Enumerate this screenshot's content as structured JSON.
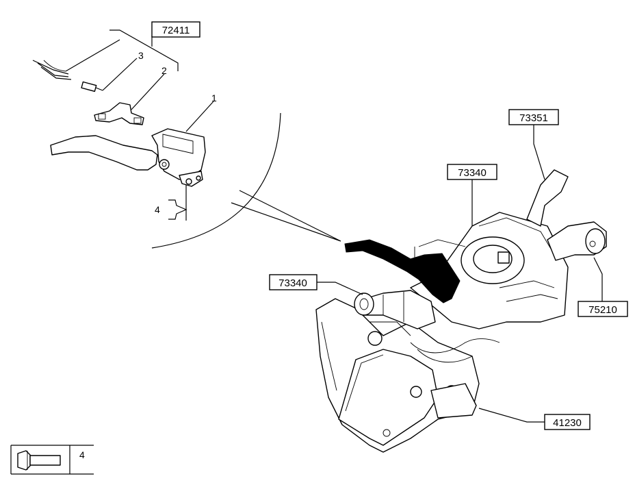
{
  "callouts": {
    "ref_72411": "72411",
    "ref_73351": "73351",
    "ref_73340_top": "73340",
    "ref_73340_left": "73340",
    "ref_75210": "75210",
    "ref_41230": "41230"
  },
  "item_numbers": {
    "item_1": "1",
    "item_2": "2",
    "item_3": "3",
    "item_4": "4"
  },
  "legend": {
    "bolt_qty": "4"
  }
}
